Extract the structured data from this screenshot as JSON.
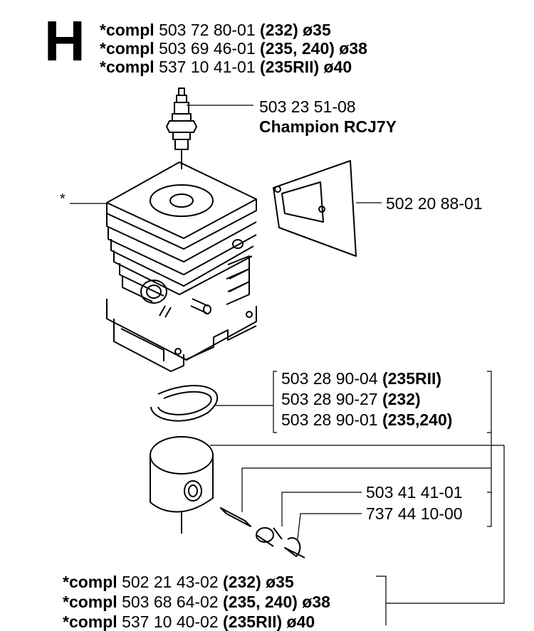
{
  "section": "H",
  "header_lines": [
    {
      "compl": "*compl",
      "number": "503 72 80-01",
      "models": "(232) ø35"
    },
    {
      "compl": "*compl",
      "number": "503 69 46-01",
      "models": "(235, 240) ø38"
    },
    {
      "compl": "*compl",
      "number": "537 10 41-01",
      "models": "(235RII) ø40"
    }
  ],
  "spark_plug": {
    "number": "503 23 51-08",
    "brand": "Champion RCJ7Y"
  },
  "cylinder_ref": "*",
  "gasket": {
    "number": "502 20 88-01"
  },
  "piston_rings": [
    {
      "number": "503 28 90-04",
      "models": "(235RII)"
    },
    {
      "number": "503 28 90-27",
      "models": "(232)"
    },
    {
      "number": "503 28 90-01",
      "models": "(235,240)"
    }
  ],
  "bearing": {
    "number": "503 41 41-01"
  },
  "circlip": {
    "number": "737 44 10-00"
  },
  "footer_lines": [
    {
      "compl": "*compl",
      "number": "502 21 43-02",
      "models": "(232) ø35"
    },
    {
      "compl": "*compl",
      "number": "503 68 64-02",
      "models": "(235, 240) ø38"
    },
    {
      "compl": "*compl",
      "number": "537 10 40-02",
      "models": "(235RII) ø40"
    }
  ]
}
